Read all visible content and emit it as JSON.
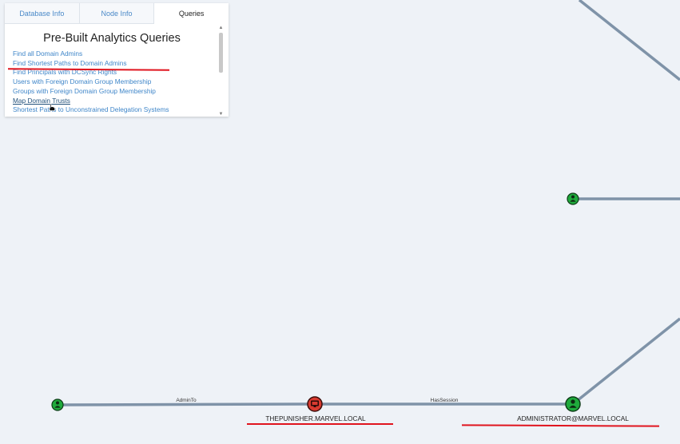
{
  "tabs": [
    {
      "label": "Database Info"
    },
    {
      "label": "Node Info"
    },
    {
      "label": "Queries"
    }
  ],
  "active_tab": "Queries",
  "panel": {
    "title": "Pre-Built Analytics Queries",
    "queries": [
      {
        "label": "Find all Domain Admins"
      },
      {
        "label": "Find Shortest Paths to Domain Admins"
      },
      {
        "label": "Find Principals with DCSync Rights"
      },
      {
        "label": "Users with Foreign Domain Group Membership"
      },
      {
        "label": "Groups with Foreign Domain Group Membership"
      },
      {
        "label": "Map Domain Trusts"
      },
      {
        "label": "Shortest Paths to Unconstrained Delegation Systems"
      }
    ]
  },
  "graph": {
    "nodes": {
      "computer": {
        "label": "THEPUNISHER.MARVEL.LOCAL",
        "icon": "computer-icon"
      },
      "admin_user": {
        "label": "ADMINISTRATOR@MARVEL.LOCAL",
        "icon": "user-icon"
      },
      "left_user": {
        "label": "",
        "icon": "user-icon"
      },
      "middle_user": {
        "label": "",
        "icon": "user-icon"
      }
    },
    "edges": {
      "admin_to": {
        "label": "AdminTo"
      },
      "has_session": {
        "label": "HasSession"
      }
    },
    "colors": {
      "background": "#eef2f7",
      "edge": "#7f93a8",
      "user_node": "#1faa3c",
      "computer_node": "#d93a30",
      "annotation": "#e0141e",
      "link": "#3f86c9"
    }
  }
}
